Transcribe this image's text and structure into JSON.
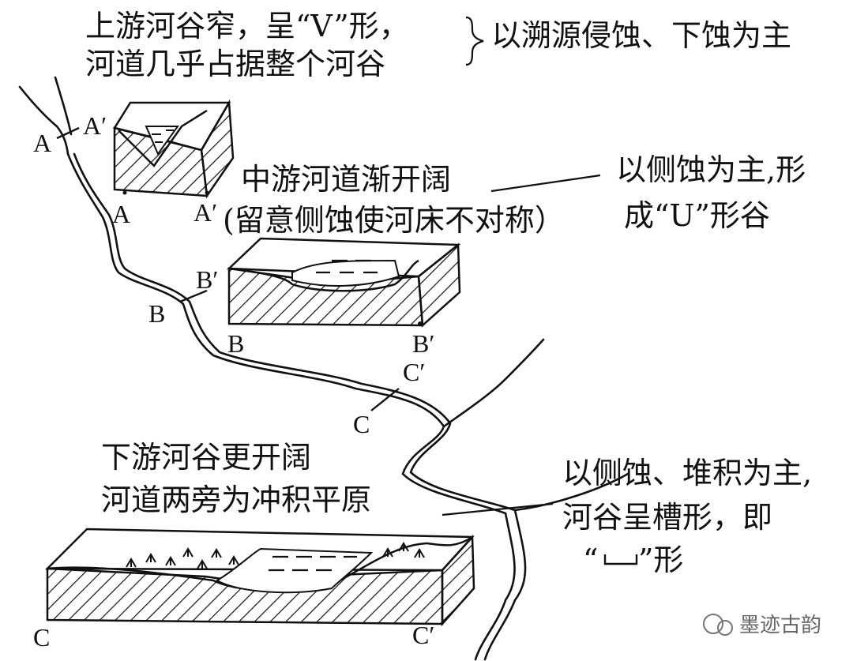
{
  "upper": {
    "line1": "上游河谷窄，呈“V”形，",
    "line2": "河道几乎占据整个河谷",
    "erosion": "以溯源侵蚀、下蚀为主"
  },
  "middle": {
    "title": "中游河道渐开阔",
    "note": "(留意侧蚀使河床不对称）",
    "erosion_line1": "以侧蚀为主,形",
    "erosion_line2": "成“U”形谷"
  },
  "lower": {
    "line1": "下游河谷更开阔",
    "line2": "河道两旁为冲积平原",
    "erosion_line1": "以侧蚀、堆积为主,",
    "erosion_line2": "河谷呈槽形，即",
    "erosion_line3_pre": "“",
    "erosion_line3_post": "”形"
  },
  "points": {
    "A": "A",
    "A_prime": "A′",
    "B": "B",
    "B_prime": "B′",
    "C": "C",
    "C_prime": "C′"
  },
  "watermark": "墨迹古韵"
}
